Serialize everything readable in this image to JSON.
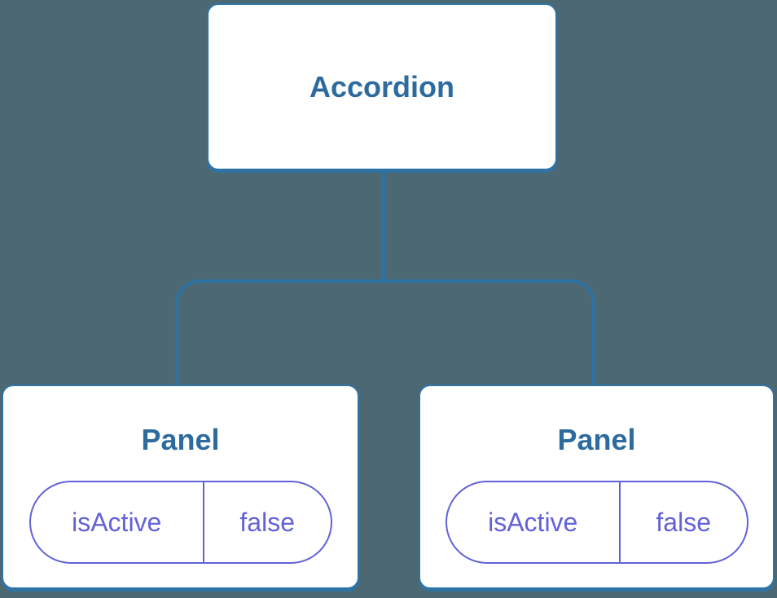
{
  "diagram": {
    "kind": "component-tree",
    "root": {
      "label": "Accordion"
    },
    "children": [
      {
        "label": "Panel",
        "state": {
          "name": "isActive",
          "value": "false"
        }
      },
      {
        "label": "Panel",
        "state": {
          "name": "isActive",
          "value": "false"
        }
      }
    ]
  },
  "colors": {
    "background": "#4C6973",
    "node_fill": "#FFFFFF",
    "node_border": "#2F73A6",
    "node_text": "#2D6B9E",
    "connector": "#2E71A3",
    "state_accent": "#6262D8"
  }
}
